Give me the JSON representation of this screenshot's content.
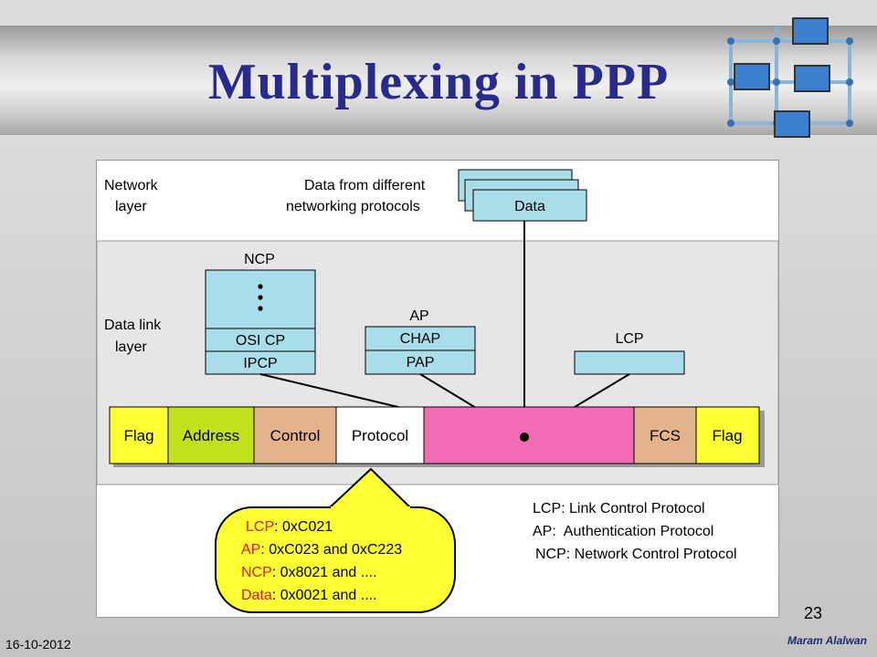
{
  "title": "Multiplexing in PPP",
  "footer": {
    "date": "16-10-2012",
    "page": "23",
    "author": "Maram Alalwan"
  },
  "diagram": {
    "network_layer": [
      "Network",
      "layer"
    ],
    "data_caption": [
      "Data from different",
      "networking protocols"
    ],
    "data_label": "Data",
    "datalink_layer": [
      "Data link",
      "layer"
    ],
    "ncp_title": "NCP",
    "ncp_rows": [
      "OSI CP",
      "IPCP"
    ],
    "ap_title": "AP",
    "ap_rows": [
      "CHAP",
      "PAP"
    ],
    "lcp_title": "LCP",
    "frame": [
      "Flag",
      "Address",
      "Control",
      "Protocol",
      "FCS",
      "Flag"
    ],
    "bubble": [
      {
        "key": "LCP",
        "value": ": 0xC021"
      },
      {
        "key": "AP",
        "value": ": 0xC023 and 0xC223"
      },
      {
        "key": "NCP",
        "value": ": 0x8021 and ...."
      },
      {
        "key": "Data",
        "value": ": 0x0021 and ...."
      }
    ],
    "legend": [
      "LCP: Link Control Protocol",
      "AP:  Authentication Protocol",
      "NCP: Network Control Protocol"
    ]
  },
  "colors": {
    "title": "#2a2a8a",
    "box_cyan": "#a8dde9",
    "flag_yellow": "#ffff33",
    "address_green": "#c0e21c",
    "control_tan": "#e3b48c",
    "payload_pink": "#f26bb5",
    "bubble_yellow": "#ffff33",
    "bubble_key_red": "#e8141e"
  }
}
